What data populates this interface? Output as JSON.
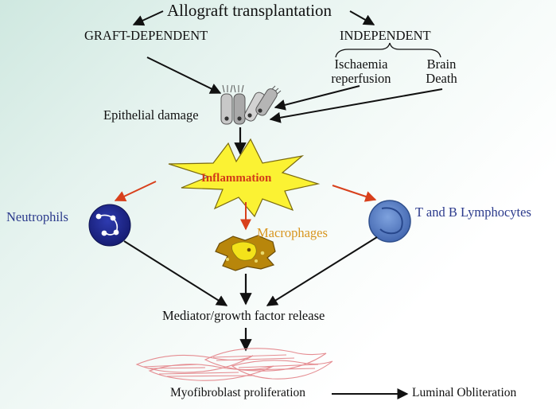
{
  "diagram": {
    "title": "Allograft transplantation",
    "graft_dependent": "GRAFT-DEPENDENT",
    "independent": "INDEPENDENT",
    "ischaemia_line1": "Ischaemia",
    "ischaemia_line2": "reperfusion",
    "brain_line1": "Brain",
    "brain_line2": "Death",
    "epithelial_damage": "Epithelial damage",
    "inflammation": "Inflammation",
    "neutrophils": "Neutrophils",
    "macrophages": "Macrophages",
    "lymphocytes": "T and B Lymphocytes",
    "mediator": "Mediator/growth factor release",
    "myofibroblast": "Myofibroblast proliferation",
    "luminal": "Luminal Obliteration"
  },
  "colors": {
    "arrow_black": "#111111",
    "arrow_red": "#d8401c",
    "inflammation_fill": "#fbf233",
    "neutrophil_fill": "#1f2a8c",
    "lymphocyte_fill": "#5f86cc",
    "macrophage_fill": "#b8860b",
    "macrophage_nucleus": "#f3e21a",
    "myofibroblast_stroke": "#e58d92",
    "label_blue": "#2b3a8c",
    "label_orange": "#d8951e",
    "inflammation_text": "#d23a18"
  }
}
